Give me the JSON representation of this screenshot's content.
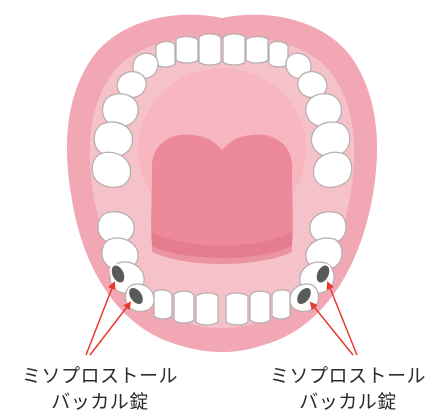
{
  "labels": {
    "left": {
      "line1": "ミソプロストール",
      "line2": "バッカル錠"
    },
    "right": {
      "line1": "ミソプロストール",
      "line2": "バッカル錠"
    }
  },
  "colors": {
    "lip": "#f2a7b4",
    "inner_mouth": "#f6c2c9",
    "throat": "#f7b6c0",
    "tongue": "#ec8a9a",
    "tongue_shade": "#e27587",
    "tooth": "#ffffff",
    "tooth_outline": "#b8aeae",
    "tablet": "#5a5a5a",
    "arrow": "#e8392f",
    "text": "#2b2b2b"
  },
  "icons": {
    "tablet_left": "buccal-tablet",
    "tablet_right": "buccal-tablet"
  }
}
